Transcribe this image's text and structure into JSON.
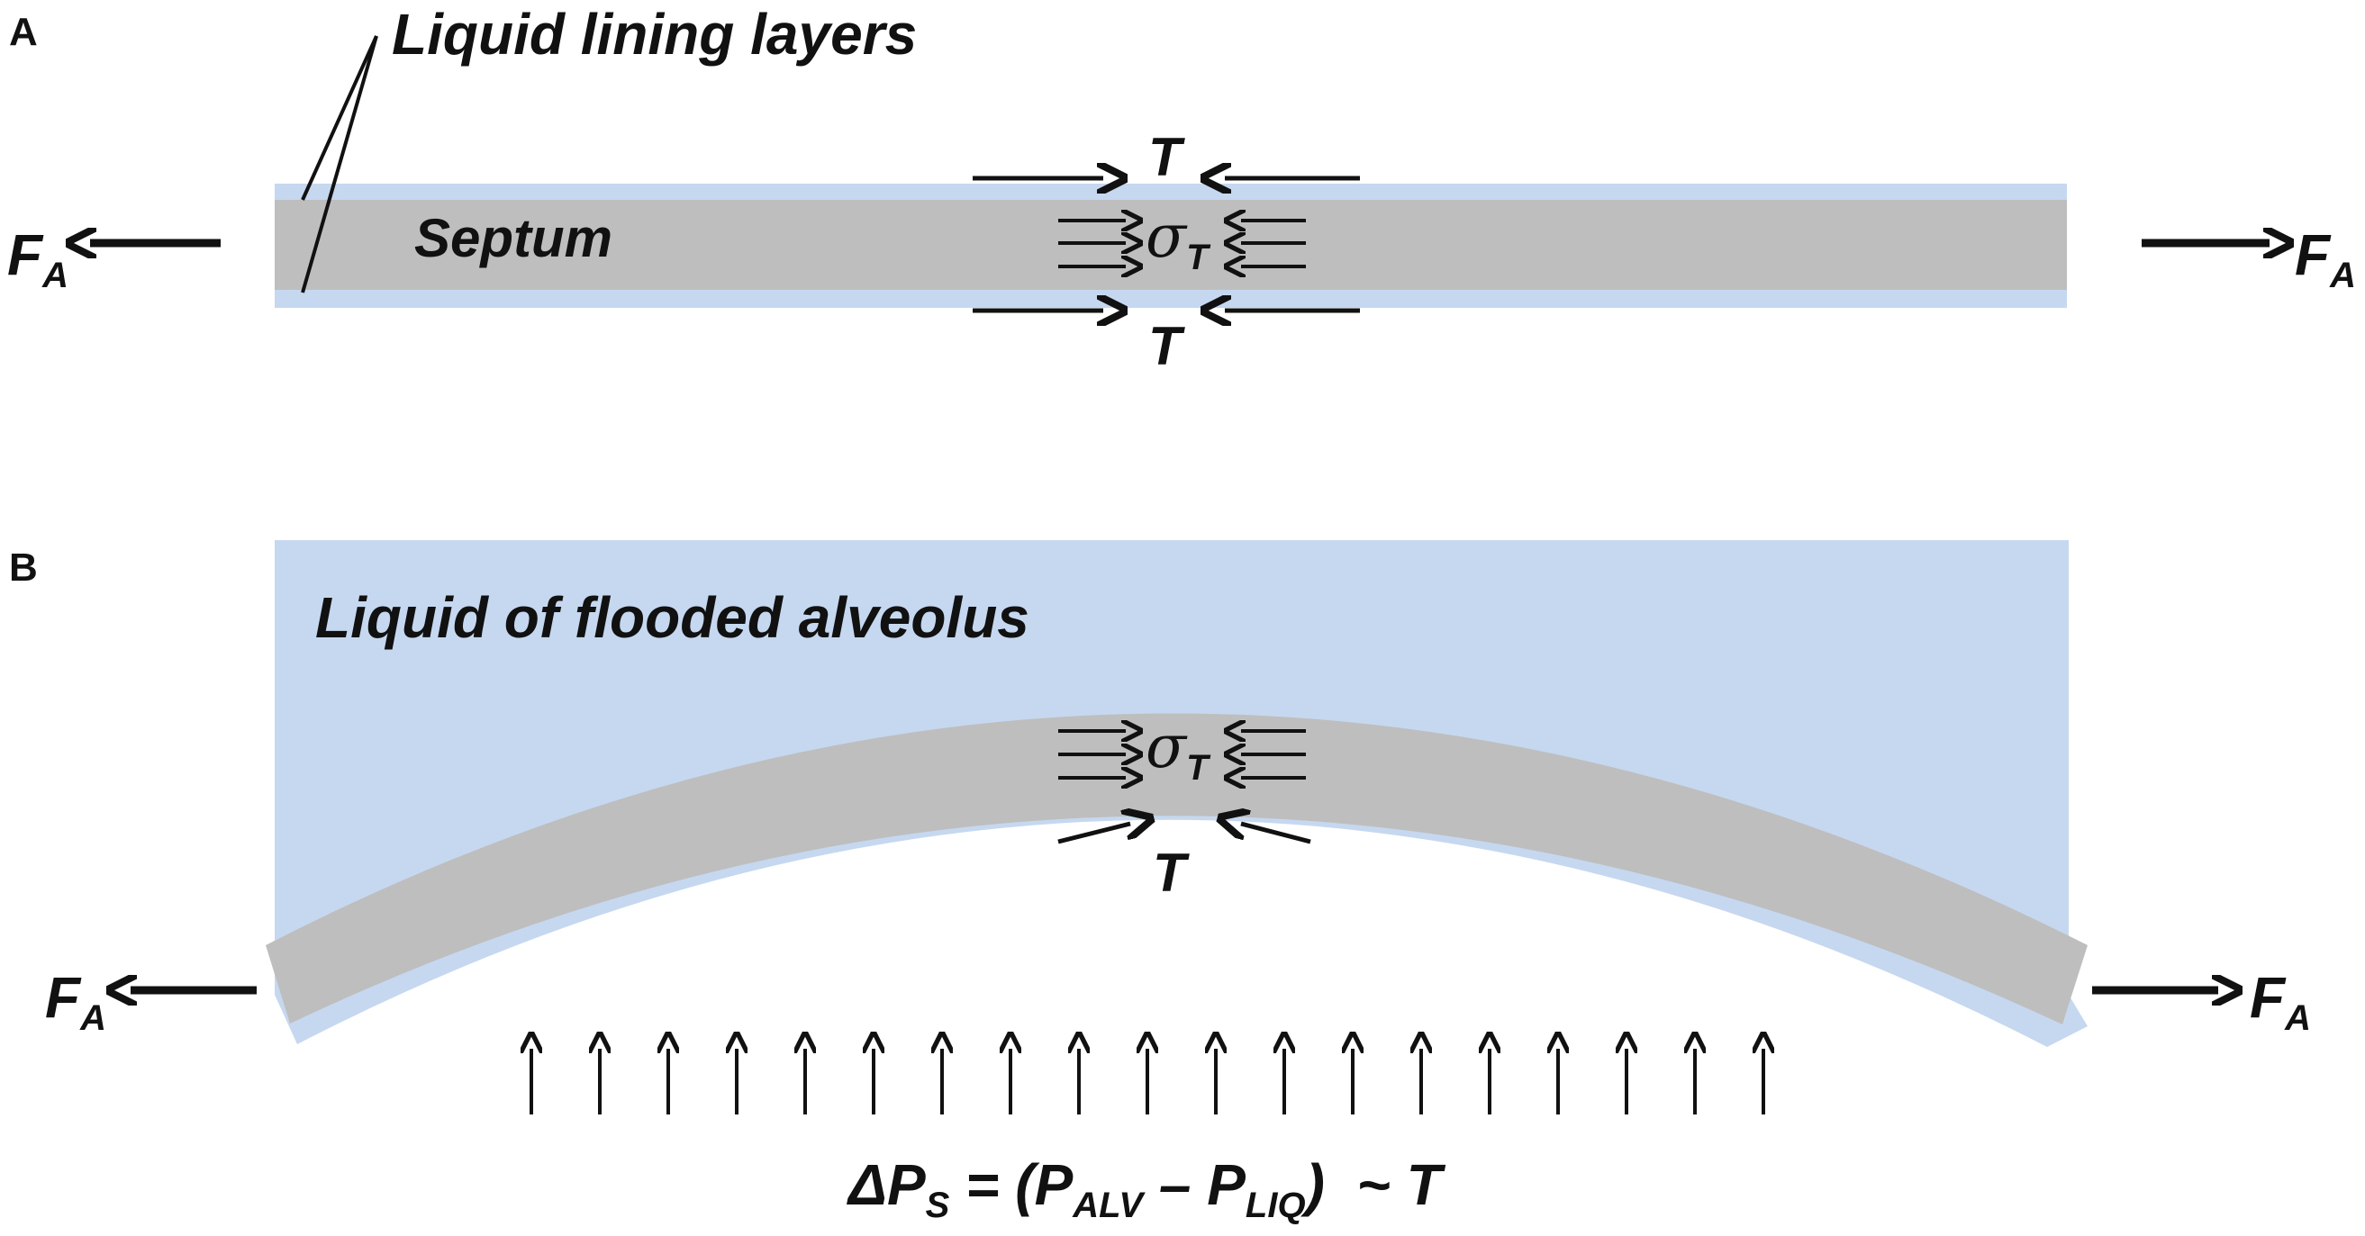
{
  "panel_a": {
    "letter": "A",
    "lining_label": "Liquid lining layers",
    "septum_label": "Septum",
    "tension_label": "T",
    "sigma_symbol": "σ",
    "sigma_subscript": "T",
    "force_label": "F",
    "force_subscript": "A"
  },
  "panel_b": {
    "letter": "B",
    "liquid_label": "Liquid of flooded alveolus",
    "tension_label": "T",
    "sigma_symbol": "σ",
    "sigma_subscript": "T",
    "force_label": "F",
    "force_subscript": "A",
    "pressure_arrow_count": 19,
    "equation": {
      "delta": "ΔP",
      "delta_sub": "S",
      "eq_open": " = (P",
      "alv_sub": "ALV",
      "minus": " – P",
      "liq_sub": "LIQ",
      "eq_close": ")  ~ T"
    }
  },
  "colors": {
    "liquid": "#c6d8f0",
    "septum": "#bebebe",
    "ink": "#111111"
  }
}
